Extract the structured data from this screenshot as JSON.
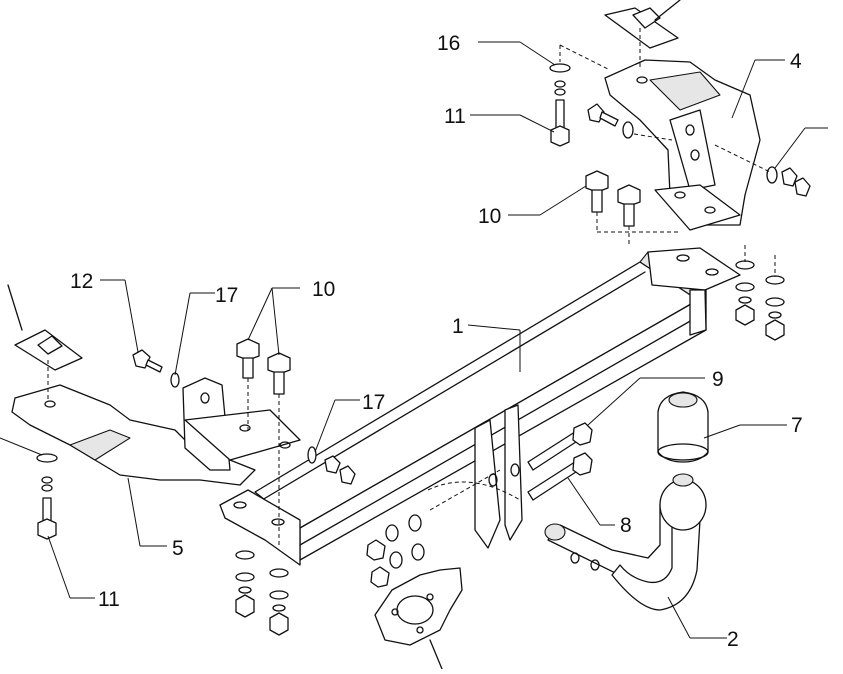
{
  "diagram": {
    "callouts": [
      {
        "key": "c1",
        "label": "1"
      },
      {
        "key": "c2",
        "label": "2"
      },
      {
        "key": "c4",
        "label": "4"
      },
      {
        "key": "c5",
        "label": "5"
      },
      {
        "key": "c7",
        "label": "7"
      },
      {
        "key": "c8",
        "label": "8"
      },
      {
        "key": "c9",
        "label": "9"
      },
      {
        "key": "c10a",
        "label": "10"
      },
      {
        "key": "c10b",
        "label": "10"
      },
      {
        "key": "c11a",
        "label": "11"
      },
      {
        "key": "c11b",
        "label": "11"
      },
      {
        "key": "c12",
        "label": "12"
      },
      {
        "key": "c16",
        "label": "16"
      },
      {
        "key": "c17a",
        "label": "17"
      },
      {
        "key": "c17b",
        "label": "17"
      }
    ]
  }
}
